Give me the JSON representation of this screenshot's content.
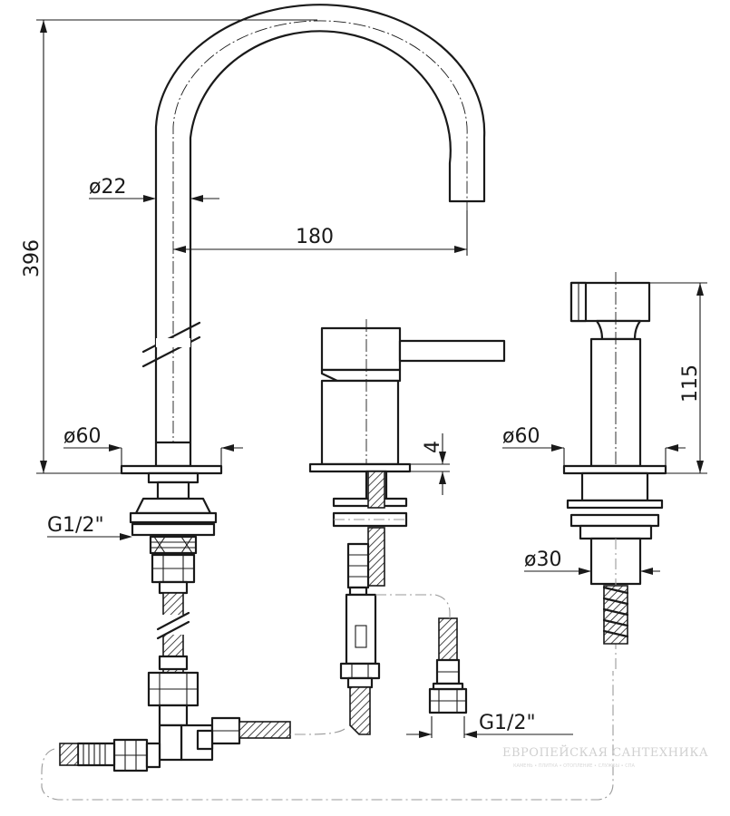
{
  "dimensions": {
    "height_total": "396",
    "spout_diameter": "ø22",
    "spout_reach": "180",
    "base_diameter_left": "ø60",
    "thread_left": "G1/2\"",
    "plate_thickness": "4",
    "base_diameter_right": "ø60",
    "handshower_height": "115",
    "hose_diameter": "ø30",
    "thread_bottom": "G1/2\""
  },
  "watermark": {
    "title": "ЕВРОПЕЙСКАЯ САНТЕХНИКА",
    "subtitle": "КАМЕНЬ • ПЛИТКА • ОТОПЛЕНИЕ • СЛУЖБЫ • СПА"
  }
}
